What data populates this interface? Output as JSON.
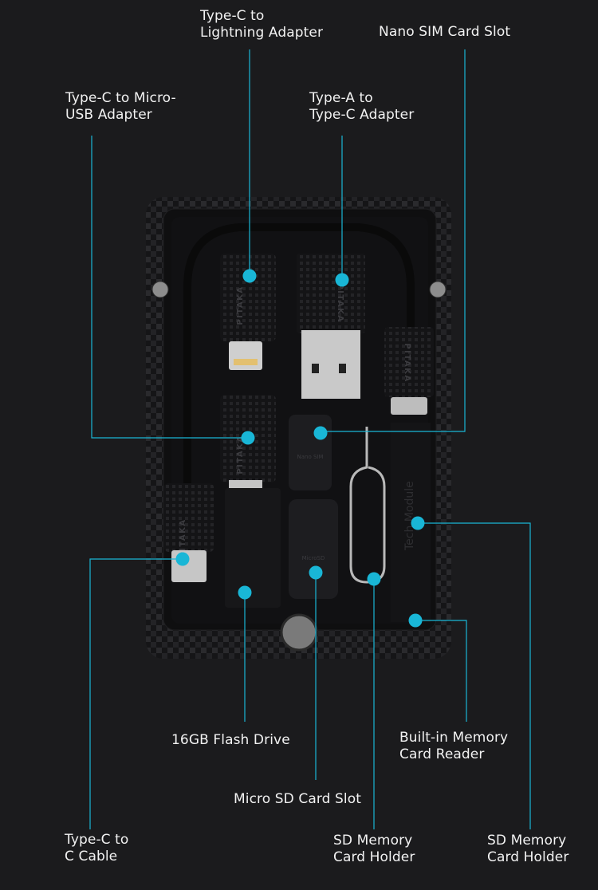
{
  "colors": {
    "background": "#1b1b1d",
    "accent": "#19b6d6"
  },
  "product": {
    "brand": "PITAKA",
    "module_label": "Tech Module",
    "nano_sim_text": "Nano SIM",
    "micro_sd_text": "MicroSD"
  },
  "labels": {
    "lightning": "Type-C to\nLightning Adapter",
    "nano_sim": "Nano SIM Card Slot",
    "micro_usb": "Type-C to Micro-\nUSB Adapter",
    "type_a": "Type-A to\nType-C Adapter",
    "c_cable": "Type-C to\nC Cable",
    "flash": "16GB Flash Drive",
    "micro_sd": "Micro SD Card Slot",
    "sd_holder_left": "SD Memory\nCard Holder",
    "card_reader": "Built-in Memory\nCard Reader",
    "sd_holder_right": "SD Memory\nCard Holder"
  }
}
